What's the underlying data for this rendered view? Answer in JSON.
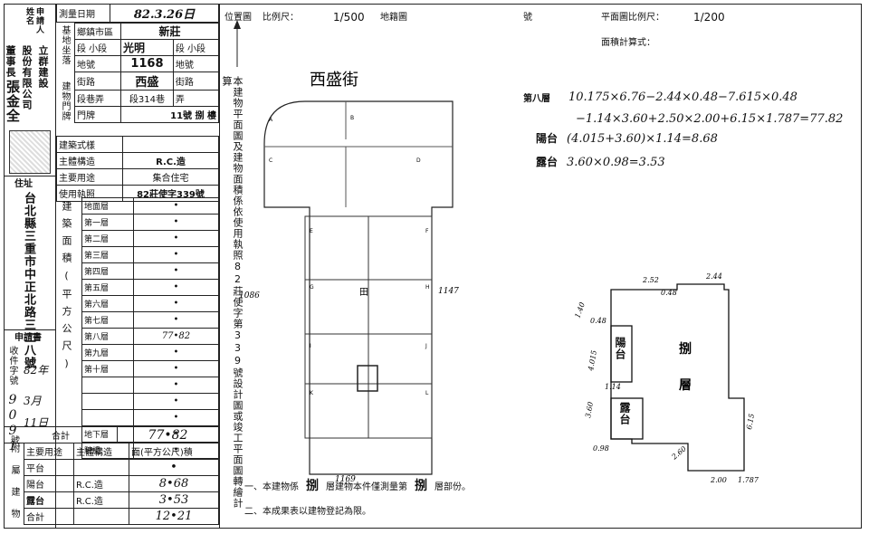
{
  "applicant": {
    "label": "申請人姓名",
    "name_col1": "董事長",
    "name_col1b": "張金全",
    "name_col2": "股份有限公司",
    "name_col2b": "立群建設",
    "address_label": "住址",
    "address": "台北縣三重市中正北路三二八號",
    "applicant_extra": "申請書",
    "submit_label": "收件字號",
    "submit_year": "82年",
    "submit_month": "3月",
    "submit_day": "11日",
    "submit_no": "9091",
    "serial_label": "號"
  },
  "survey": {
    "date_label": "測量日期",
    "date_value": "82.3.26日",
    "site_label": "基地坐落",
    "township_label": "鄉鎮市區",
    "township_value": "新莊",
    "section_label": "段 小段",
    "section_value": "光明",
    "section_suffix": "段 小段",
    "parcel_label": "地號",
    "parcel_value": "1168",
    "parcel_suffix": "地號",
    "door_label": "建物門牌",
    "street_label": "街路",
    "street_value": "西盛",
    "street_suffix": "街路",
    "lane_label": "段巷弄",
    "lane_value": "段314巷",
    "lane_suffix": "弄",
    "number_label": "門牌",
    "number_value": "11號 捌 樓"
  },
  "building": {
    "style_label": "建築式樣",
    "structure_label": "主體構造",
    "structure_value": "R.C.造",
    "use_label": "主要用途",
    "use_value": "集合住宅",
    "license_label": "使用執照",
    "license_value": "82莊使字339號",
    "area_group": "建築面積(平方公尺)",
    "floors": [
      "地面層",
      "第一層",
      "第二層",
      "第三層",
      "第四層",
      "第五層",
      "第六層",
      "第七層",
      "第八層",
      "第九層",
      "第十層",
      "",
      "",
      "",
      "地下層",
      "騎樓"
    ],
    "floor_values": [
      "•",
      "•",
      "•",
      "•",
      "•",
      "•",
      "•",
      "•",
      "77•82",
      "•",
      "•",
      "•",
      "•",
      "•",
      "•",
      "•"
    ],
    "total_label": "合計",
    "total_value": "77•82"
  },
  "annex": {
    "header_label": "附屬建物",
    "cols": [
      "主要用途",
      "主體構造",
      "面(平方公尺)積"
    ],
    "rows": [
      {
        "use": "平台",
        "structure": "",
        "area": "•"
      },
      {
        "use": "陽台",
        "structure": "R.C.造",
        "area": "8•68"
      },
      {
        "use": "露台",
        "structure": "R.C.造",
        "area": "3•53"
      },
      {
        "use": "合計",
        "structure": "",
        "area": "12•21"
      }
    ]
  },
  "plan": {
    "location_label": "位置圖",
    "scale_label": "比例尺：",
    "scale_value": "1/500",
    "cadastral_label": "地籍圖",
    "street_name": "西盛街",
    "vertical_note": "本建物平面圖及建物面積係依使用執照82莊使字第339號設計圖或竣工平面圖轉繪計算",
    "dims": [
      "1086",
      "1147",
      "1169"
    ],
    "unit_letters": [
      "A",
      "B",
      "C",
      "D",
      "E",
      "F",
      "G",
      "H",
      "I",
      "J",
      "K",
      "L"
    ],
    "center_mark": "田"
  },
  "floorplan": {
    "label": "號",
    "scale_label": "平面圖比例尺：",
    "scale_value": "1/200",
    "calc_label": "面積計算式：",
    "formula_main_label": "第八層",
    "formula_main_1": "10.175×6.76−2.44×0.48−7.615×0.48",
    "formula_main_2": "−1.14×3.60+2.50×2.00+6.15×1.787=77.82",
    "formula_balcony_label": "陽台",
    "formula_balcony": "(4.015+3.60)×1.14=8.68",
    "formula_terrace_label": "露台",
    "formula_terrace": "3.60×0.98=3.53",
    "room_main": "捌層",
    "room_balcony": "陽台",
    "room_terrace": "露台",
    "dims": [
      "2.52",
      "2.44",
      "1.40",
      "0.48",
      "0.48",
      "4.015",
      "3.60",
      "0.98",
      "1.14",
      "6.15",
      "2.60",
      "2.00",
      "1.787"
    ]
  },
  "notes": {
    "note1_a": "一、本建物係",
    "note1_b": "捌",
    "note1_c": "層建物本件僅測量第",
    "note1_d": "捌",
    "note1_e": "層部份。",
    "note2": "二、本成果表以建物登記為限。"
  }
}
